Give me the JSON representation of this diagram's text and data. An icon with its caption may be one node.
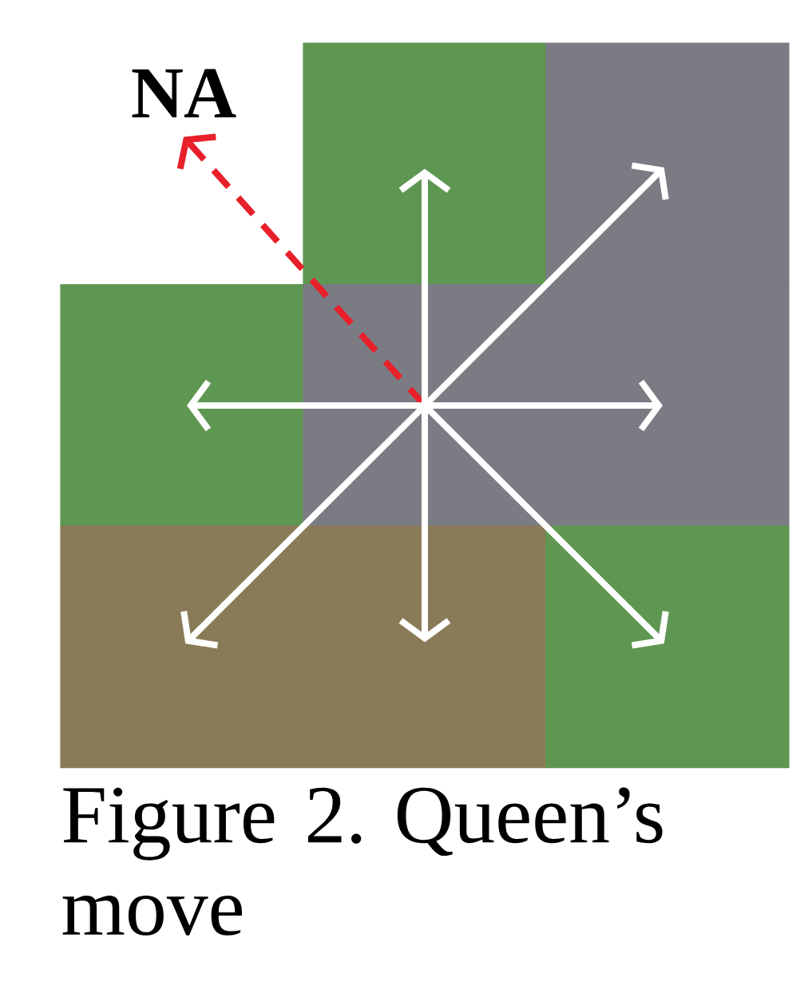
{
  "diagram": {
    "caption": "Figure 2. Queen’s move",
    "nodes": [
      {
        "text": [
          "NA"
        ]
      },
      {
        "text": [],
        "shape": "box"
      },
      {
        "text": [],
        "shape": "box"
      },
      {
        "text": [],
        "shape": "box"
      },
      {
        "text": [],
        "shape": "box"
      },
      {
        "text": [],
        "shape": "box"
      },
      {
        "text": [],
        "shape": "box"
      },
      {
        "text": [],
        "shape": "box"
      },
      {
        "text": [],
        "shape": "box"
      }
    ],
    "edges": [
      {
        "from": 4,
        "to": 0,
        "arrow": "to",
        "style": "dashed",
        "color": "#e8202a"
      },
      {
        "from": 4,
        "to": 1,
        "arrow": "to"
      },
      {
        "from": 4,
        "to": 2,
        "arrow": "to"
      },
      {
        "from": 4,
        "to": 3,
        "arrow": "to"
      },
      {
        "from": 4,
        "to": 5,
        "arrow": "to"
      },
      {
        "from": 4,
        "to": 6,
        "arrow": "to"
      },
      {
        "from": 4,
        "to": 7,
        "arrow": "to"
      },
      {
        "from": 4,
        "to": 8,
        "arrow": "to"
      }
    ]
  }
}
